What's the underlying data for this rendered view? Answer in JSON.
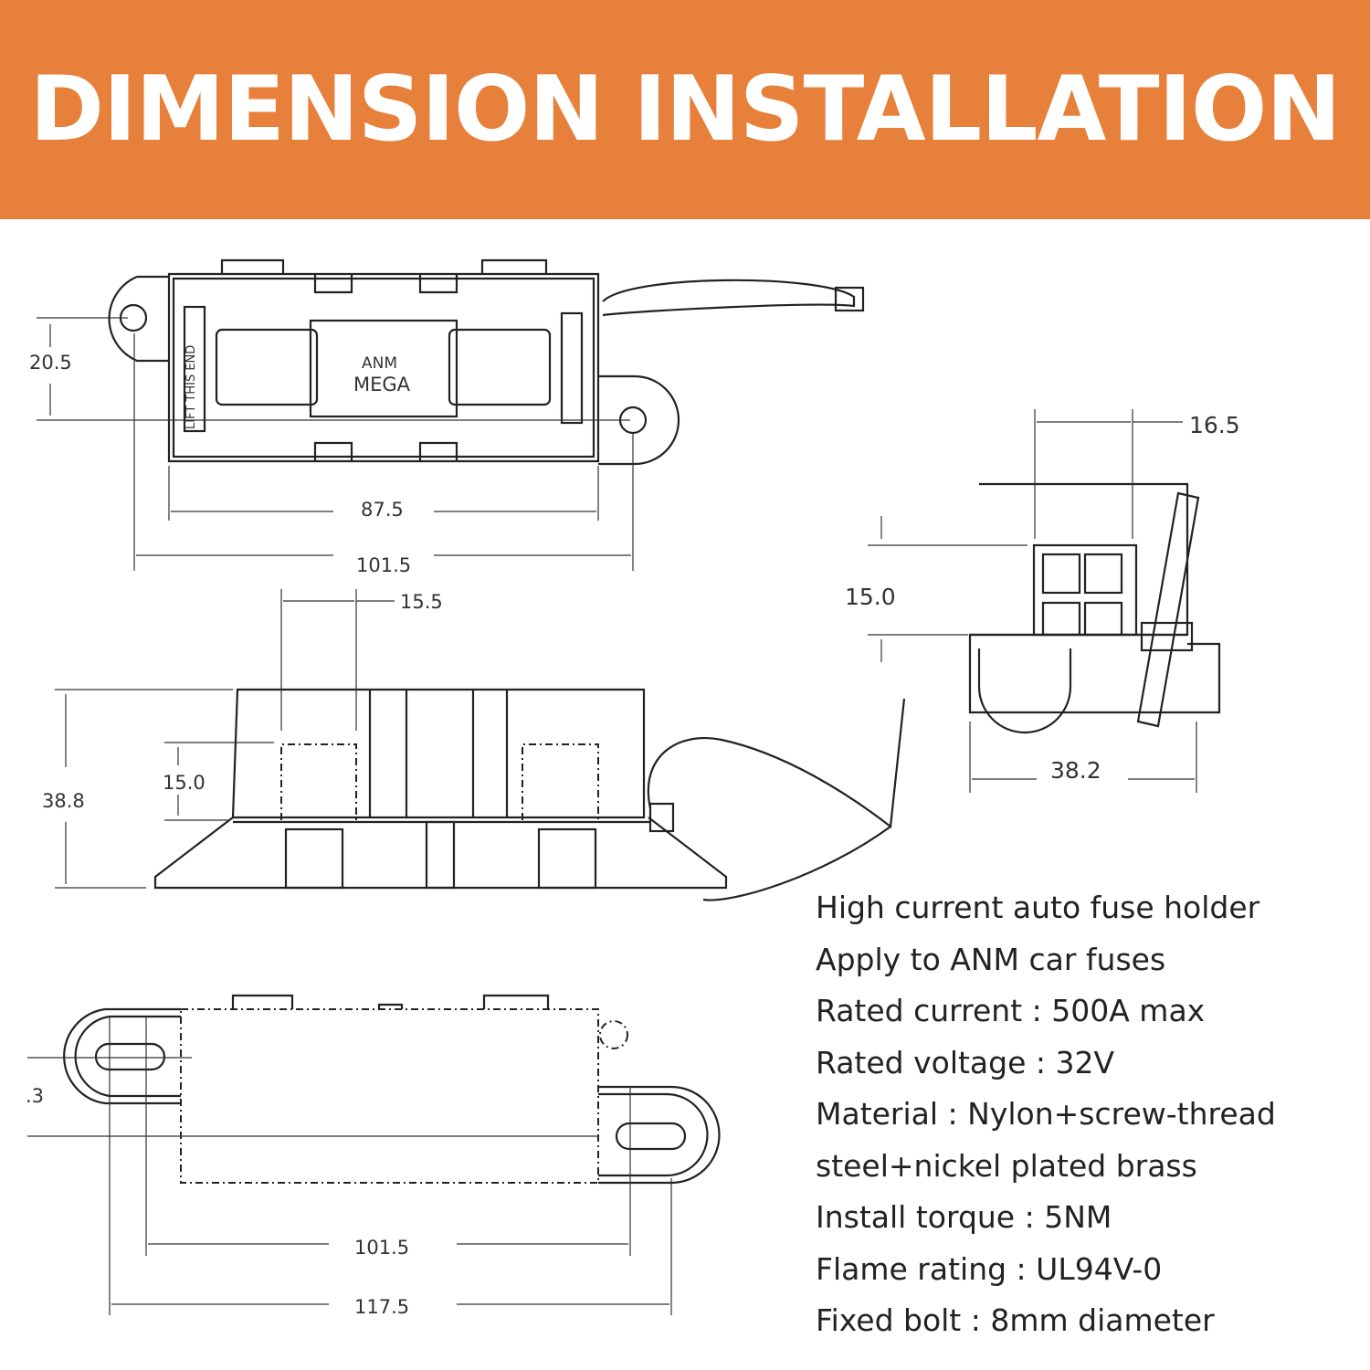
{
  "banner": {
    "title": "DIMENSION INSTALLATION",
    "color": "#E7803A"
  },
  "top_view": {
    "label_lift": "LIFT THIS END",
    "label_anm": "ANM",
    "label_mega": "MEGA",
    "dims": {
      "height": "20.5",
      "inner_length": "87.5",
      "outer_length": "101.5"
    }
  },
  "side_view": {
    "dims": {
      "width": "15.5",
      "window_height": "15.0",
      "total_height": "38.8"
    }
  },
  "end_view": {
    "dims": {
      "width": "16.5",
      "height": "15.0",
      "total_width": "38.2"
    }
  },
  "bottom_view": {
    "dims": {
      "partial": ".3",
      "inner_length": "101.5",
      "outer_length": "117.5"
    }
  },
  "specs": [
    "High current auto fuse holder",
    "Apply to ANM car fuses",
    "Rated current : 500A max",
    "Rated voltage : 32V",
    "Material : Nylon+screw-thread",
    "steel+nickel plated brass",
    "Install torque : 5NM",
    "Flame rating : UL94V-0",
    "Fixed bolt : 8mm diameter"
  ]
}
